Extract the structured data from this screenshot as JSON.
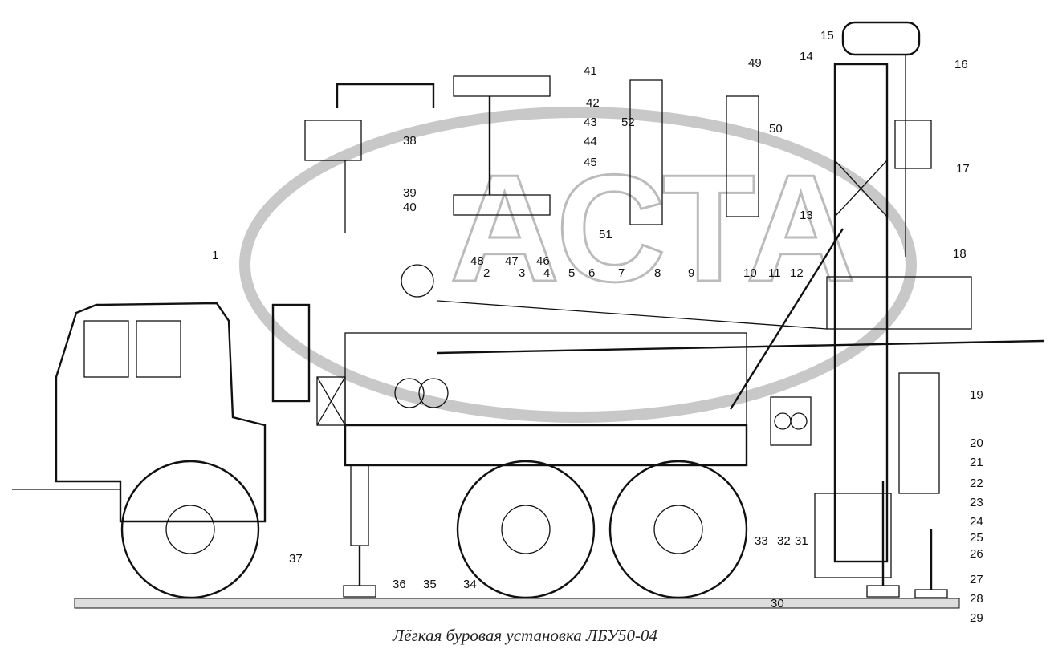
{
  "caption": "Лёгкая буровая установка ЛБУ50-04",
  "watermark": "АСТА",
  "callouts": [
    "1",
    "2",
    "3",
    "4",
    "5",
    "6",
    "7",
    "8",
    "9",
    "10",
    "11",
    "12",
    "13",
    "14",
    "15",
    "16",
    "17",
    "18",
    "19",
    "20",
    "21",
    "22",
    "23",
    "24",
    "25",
    "26",
    "27",
    "28",
    "29",
    "30",
    "31",
    "32",
    "33",
    "34",
    "35",
    "36",
    "37",
    "38",
    "39",
    "40",
    "41",
    "42",
    "43",
    "44",
    "45",
    "46",
    "47",
    "48",
    "49",
    "50",
    "51",
    "52"
  ]
}
